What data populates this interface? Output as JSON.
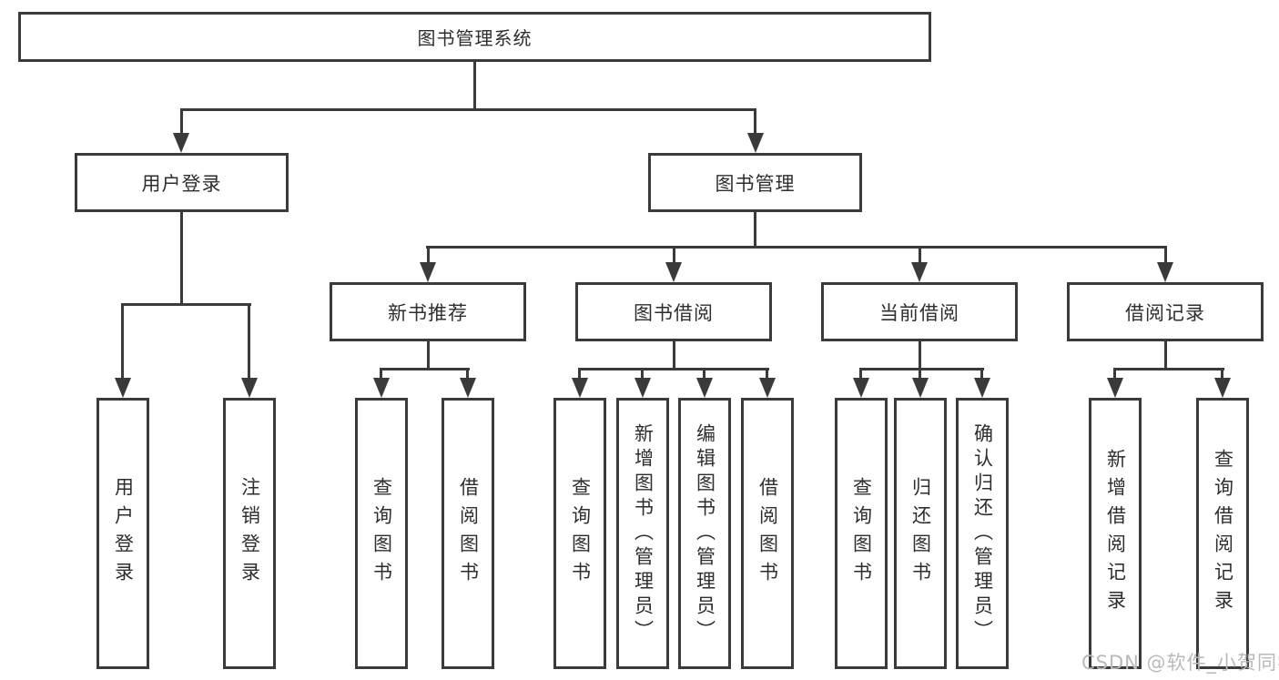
{
  "diagram": {
    "type": "tree",
    "root": {
      "label": "图书管理系统",
      "children": [
        {
          "label": "用户登录",
          "children": [
            {
              "label": "用户登录"
            },
            {
              "label": "注销登录"
            }
          ]
        },
        {
          "label": "图书管理",
          "children": [
            {
              "label": "新书推荐",
              "children": [
                {
                  "label": "查询图书"
                },
                {
                  "label": "借阅图书"
                }
              ]
            },
            {
              "label": "图书借阅",
              "children": [
                {
                  "label": "查询图书"
                },
                {
                  "label": "新增图书（管理员）"
                },
                {
                  "label": "编辑图书（管理员）"
                },
                {
                  "label": "借阅图书"
                }
              ]
            },
            {
              "label": "当前借阅",
              "children": [
                {
                  "label": "查询图书"
                },
                {
                  "label": "归还图书"
                },
                {
                  "label": "确认归还（管理员）"
                }
              ]
            },
            {
              "label": "借阅记录",
              "children": [
                {
                  "label": "新增借阅记录"
                },
                {
                  "label": "查询借阅记录"
                }
              ]
            }
          ]
        }
      ]
    },
    "colors": {
      "line": "#3a3a3a",
      "text": "#2e2e2e",
      "background": "#ffffff",
      "watermark": "#b9b9b9"
    }
  },
  "watermark": {
    "text": "CSDN @软件_小贺同学"
  }
}
